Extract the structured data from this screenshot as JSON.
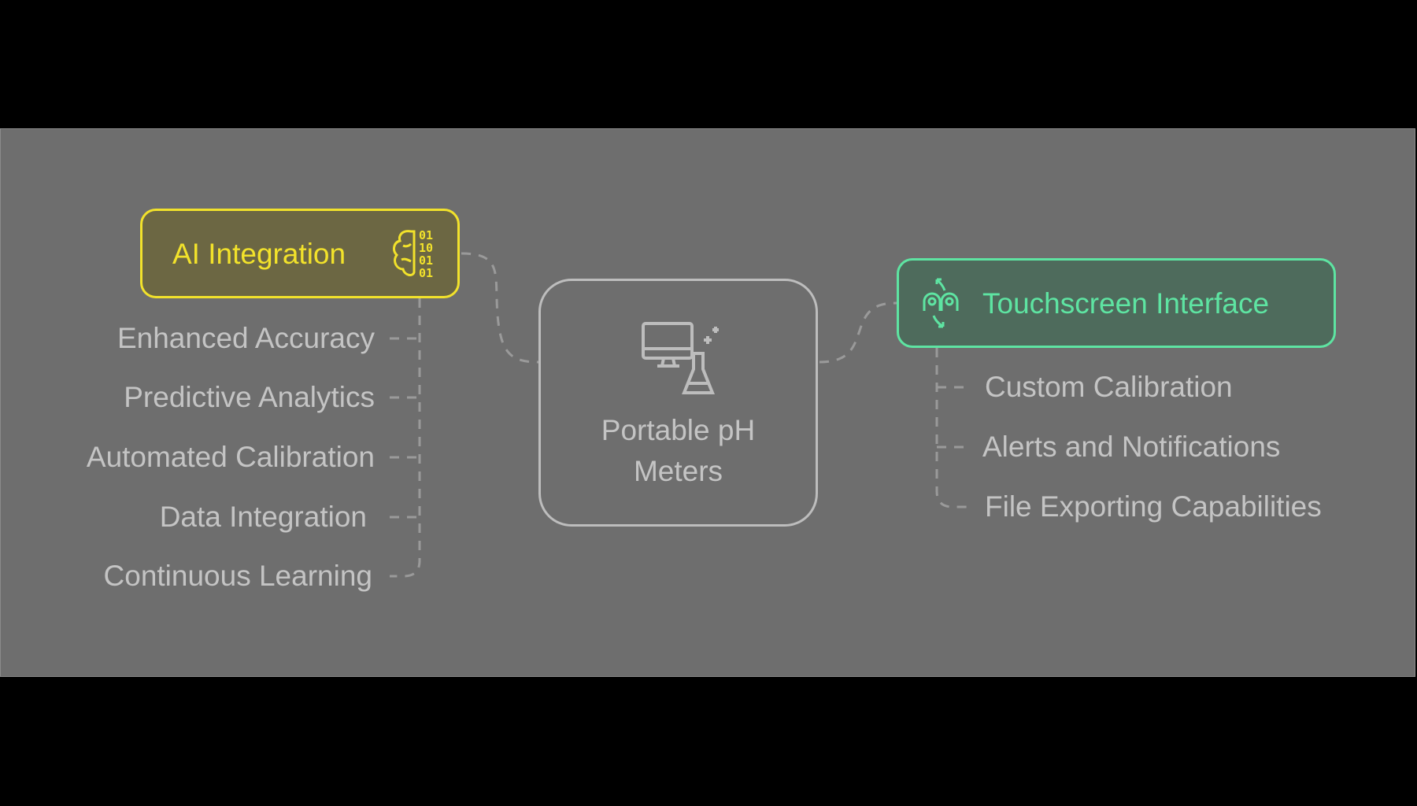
{
  "diagram": {
    "center": {
      "title_line1": "Portable pH",
      "title_line2": "Meters",
      "icon": "computer-flask-icon"
    },
    "branches": [
      {
        "title": "AI Integration",
        "icon": "brain-binary-icon",
        "color": "#f2e22b",
        "items": [
          "Enhanced Accuracy",
          "Predictive Analytics",
          "Automated Calibration",
          "Data Integration",
          "Continuous Learning"
        ]
      },
      {
        "title": "Touchscreen Interface",
        "icon": "touch-gesture-icon",
        "color": "#5ee4a2",
        "items": [
          "Custom Calibration",
          "Alerts and Notifications",
          "File Exporting Capabilities"
        ]
      }
    ]
  }
}
